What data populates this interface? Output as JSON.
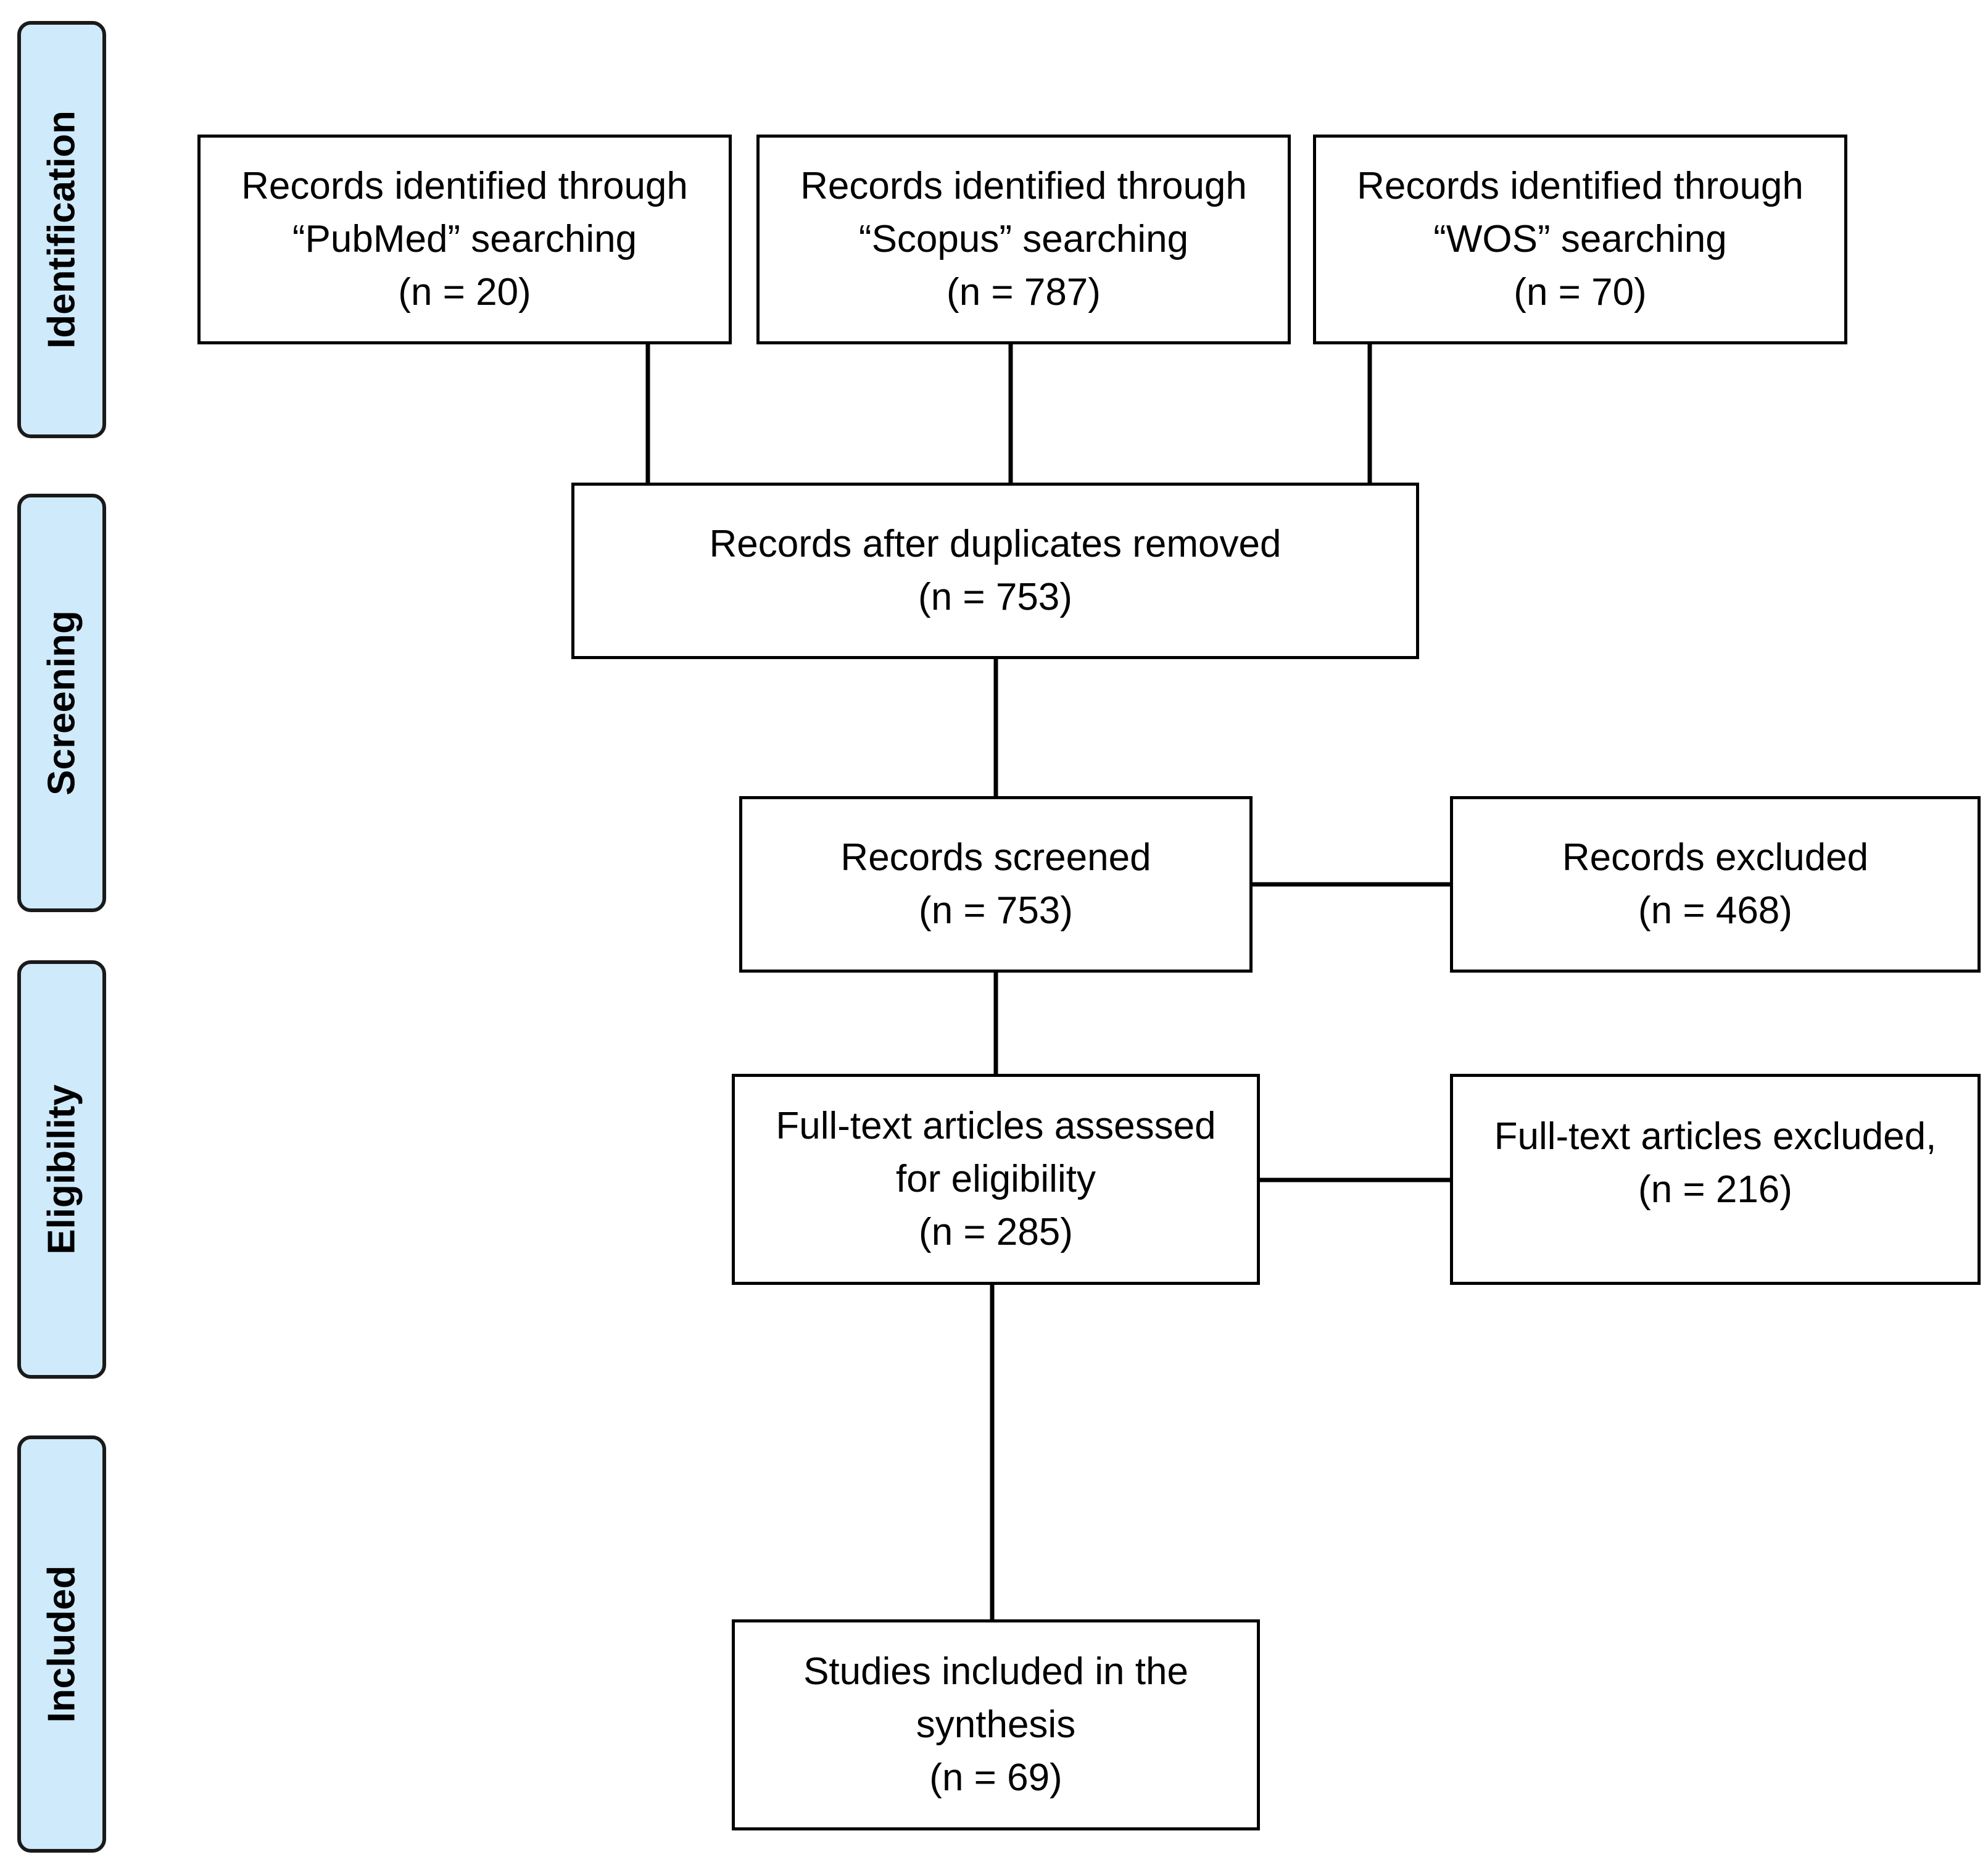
{
  "phases": {
    "identification": "Identification",
    "screening": "Screening",
    "eligibility": "Eligibility",
    "included": "Included"
  },
  "boxes": {
    "pubmed": {
      "line1": "Records identified through",
      "line2": "“PubMed” searching",
      "count": "(n = 20)"
    },
    "scopus": {
      "line1": "Records identified through",
      "line2": "“Scopus” searching",
      "count": "(n = 787)"
    },
    "wos": {
      "line1": "Records identified through",
      "line2": "“WOS” searching",
      "count": "(n = 70)"
    },
    "duplicates_removed": {
      "line1": "Records after duplicates removed",
      "count": "(n = 753)"
    },
    "screened": {
      "line1": "Records screened",
      "count": "(n = 753)"
    },
    "excluded": {
      "line1": "Records excluded",
      "count": "(n = 468)"
    },
    "fulltext_assessed": {
      "line1": "Full-text articles assessed",
      "line2": "for eligibility",
      "count": "(n = 285)"
    },
    "fulltext_excluded": {
      "line1": "Full-text articles excluded,",
      "count": "(n = 216)"
    },
    "included": {
      "line1": "Studies included in the",
      "line2": "synthesis",
      "count": "(n = 69)"
    }
  }
}
